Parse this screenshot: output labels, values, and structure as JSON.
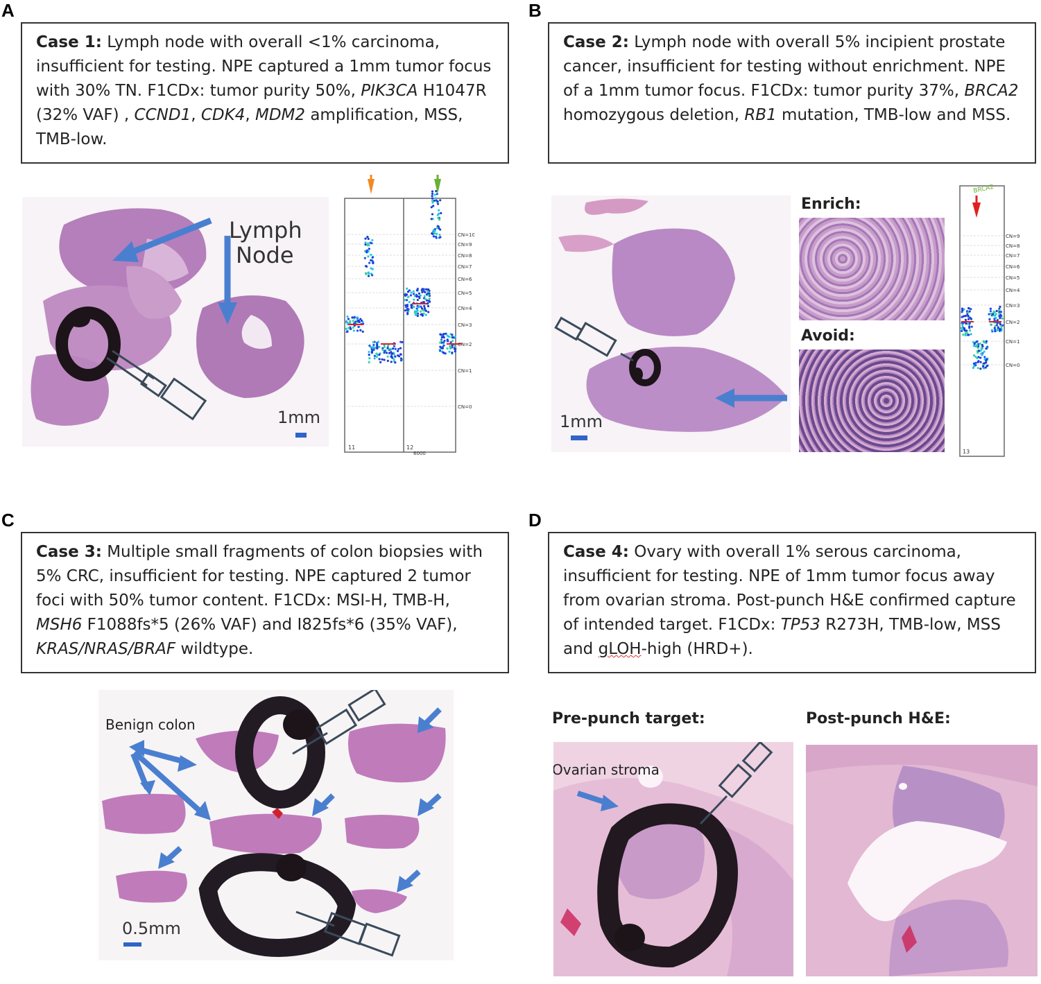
{
  "panels": {
    "a": {
      "label": "A",
      "case_title": "Case 1:",
      "text_1": " Lymph node with overall <1% carcinoma, insufficient for testing. NPE captured a 1mm tumor focus with 30% TN. F1CDx: tumor purity 50%, ",
      "gene_1": "PIK3CA",
      "text_2": " H1047R (32% VAF) , ",
      "gene_2": "CCND1",
      "sep_1": ", ",
      "gene_3": "CDK4",
      "sep_2": ", ",
      "gene_4": "MDM2",
      "text_3": " amplification, MSS, TMB-low.",
      "lymph_node_label_1": "Lymph",
      "lymph_node_label_2": "Node",
      "scale_label": "1mm",
      "cn_plot": {
        "ticks": [
          "CN=0",
          "CN=1",
          "CN=2",
          "CN=3",
          "CN=4",
          "CN=5",
          "CN=6",
          "CN=7",
          "CN=8",
          "CN=9",
          "CN=10"
        ],
        "chrom_left": "11",
        "chrom_right": "12",
        "axis_value": "6000"
      }
    },
    "b": {
      "label": "B",
      "case_title": "Case 2:",
      "text_1": " Lymph node with overall 5% incipient prostate cancer, insufficient for testing without enrichment. NPE of a 1mm tumor focus. F1CDx: tumor purity 37%, ",
      "gene_1": "BRCA2",
      "text_2": " homozygous deletion, ",
      "gene_2": "RB1",
      "text_3": " mutation, TMB-low and MSS.",
      "enrich_label": "Enrich:",
      "avoid_label": "Avoid:",
      "scale_label": "1mm",
      "cn_plot": {
        "gene_label": "BRCA2",
        "ticks": [
          "CN=0",
          "CN=1",
          "CN=2",
          "CN=3",
          "CN=4",
          "CN=5",
          "CN=6",
          "CN=7",
          "CN=8",
          "CN=9"
        ],
        "chrom": "13"
      }
    },
    "c": {
      "label": "C",
      "case_title": "Case 3:",
      "text_1": " Multiple small fragments of colon biopsies with 5% CRC, insufficient for testing. NPE captured 2 tumor foci with 50% tumor content. F1CDx: MSI-H, TMB-H, ",
      "gene_1": "MSH6",
      "text_2": " F1088fs*5 (26% VAF) and I825fs*6 (35% VAF), ",
      "gene_2": "KRAS/NRAS/BRAF",
      "text_3": " wildtype.",
      "benign_label": "Benign colon",
      "scale_label": "0.5mm"
    },
    "d": {
      "label": "D",
      "case_title": "Case 4:",
      "text_1": " Ovary with overall 1% serous carcinoma, insufficient for testing. NPE of 1mm tumor focus away from ovarian stroma. Post-punch H&E confirmed capture of intended target. F1CDx: ",
      "gene_1": "TP53",
      "text_2": " R273H, TMB-low, MSS and ",
      "squiggle_word": "gLOH",
      "text_3": "-high (HRD+).",
      "pre_label": "Pre-punch target:",
      "post_label": "Post-punch H&E:",
      "stroma_label": "Ovarian stroma"
    }
  },
  "colors": {
    "arrow_blue": "#4a7fd0",
    "tissue_pink": "#c98ab9",
    "tissue_purple": "#9a62a8",
    "ink_black": "#1c1418",
    "arrow_orange": "#f08a24",
    "arrow_green": "#6ab034",
    "arrow_red": "#e02020"
  }
}
